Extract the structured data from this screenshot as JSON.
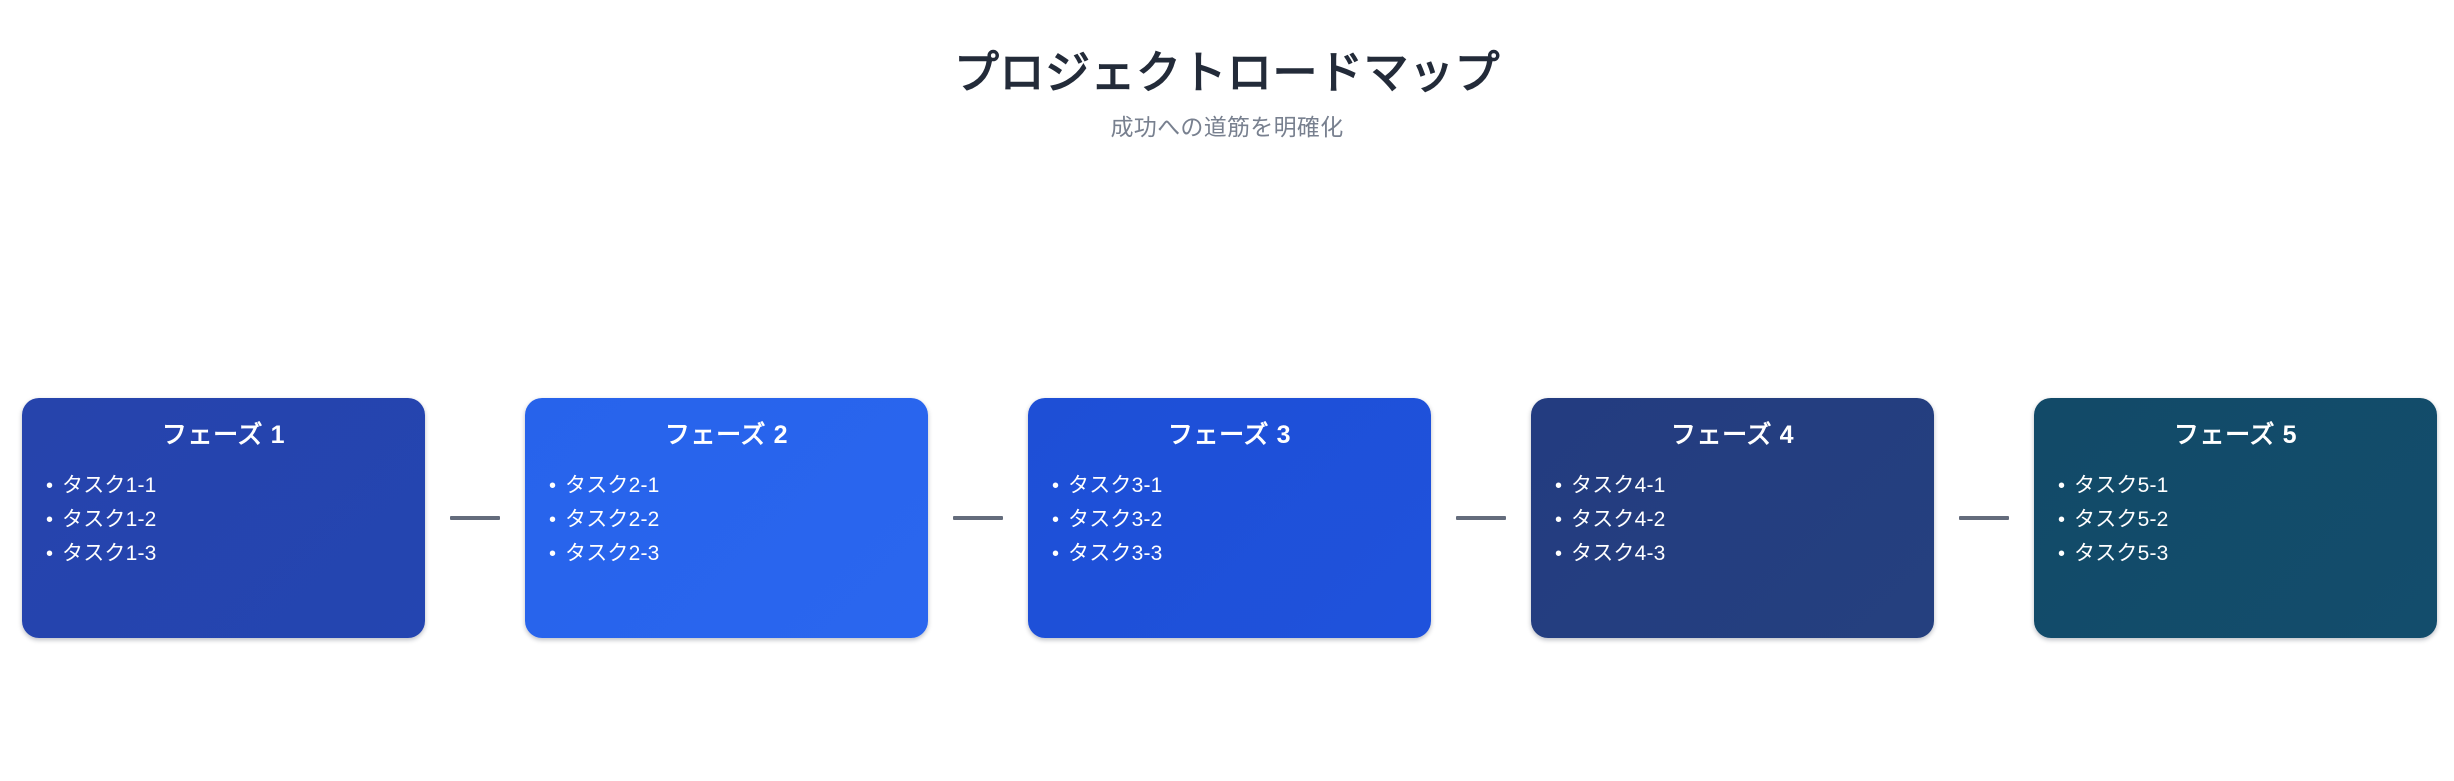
{
  "header": {
    "title": "プロジェクトロードマップ",
    "subtitle": "成功への道筋を明確化"
  },
  "connector": {
    "glyph": "—",
    "color": "#646c7c"
  },
  "roadmap": {
    "phases": [
      {
        "title": "フェーズ 1",
        "color": "#2644ac",
        "color_end": "#2445b1",
        "tasks": [
          "タスク1-1",
          "タスク1-2",
          "タスク1-3"
        ]
      },
      {
        "title": "フェーズ 2",
        "color": "#2763eb",
        "color_end": "#2a66ef",
        "tasks": [
          "タスク2-1",
          "タスク2-2",
          "タスク2-3"
        ]
      },
      {
        "title": "フェーズ 3",
        "color": "#1e4fd6",
        "color_end": "#1f52dc",
        "tasks": [
          "タスク3-1",
          "タスク3-2",
          "タスク3-3"
        ]
      },
      {
        "title": "フェーズ 4",
        "color": "#233c80",
        "color_end": "#25407f",
        "tasks": [
          "タスク4-1",
          "タスク4-2",
          "タスク4-3"
        ]
      },
      {
        "title": "フェーズ 5",
        "color": "#124a68",
        "color_end": "#134d6c",
        "tasks": [
          "タスク5-1",
          "タスク5-2",
          "タスク5-3"
        ]
      }
    ],
    "bullet_glyph": "•"
  }
}
